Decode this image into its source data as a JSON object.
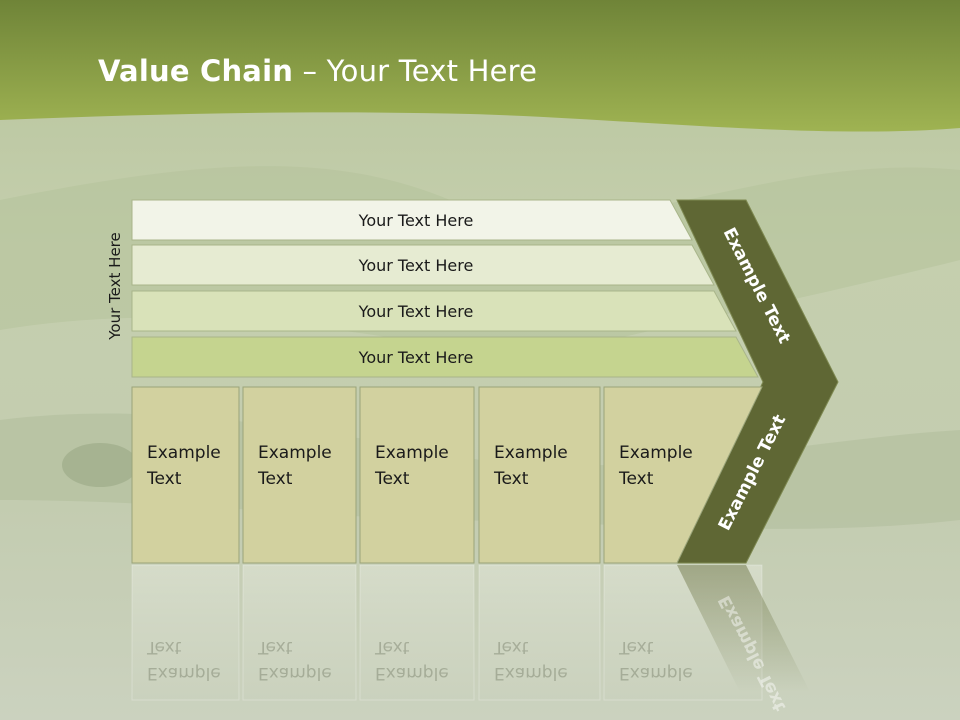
{
  "slide": {
    "title_bold": "Value Chain",
    "title_rest": " – Your Text Here",
    "side_label": "Your Text Here"
  },
  "rows": [
    {
      "label": "Your Text Here",
      "fill": "#f2f4e8"
    },
    {
      "label": "Your Text Here",
      "fill": "#e6ebd2"
    },
    {
      "label": "Your Text Here",
      "fill": "#d9e2b9"
    },
    {
      "label": "Your Text Here",
      "fill": "#c5d48f"
    }
  ],
  "boxes": [
    {
      "line1": "Example",
      "line2": "Text"
    },
    {
      "line1": "Example",
      "line2": "Text"
    },
    {
      "line1": "Example",
      "line2": "Text"
    },
    {
      "line1": "Example",
      "line2": "Text"
    },
    {
      "line1": "Example",
      "line2": "Text"
    }
  ],
  "chevron": {
    "upper_label": "Example Text",
    "lower_label": "Example Text"
  },
  "colors": {
    "header": "#8ea54a",
    "box_fill": "#d2d19f",
    "chevron_fill": "#5f6734",
    "background": "#c9d2b6"
  }
}
